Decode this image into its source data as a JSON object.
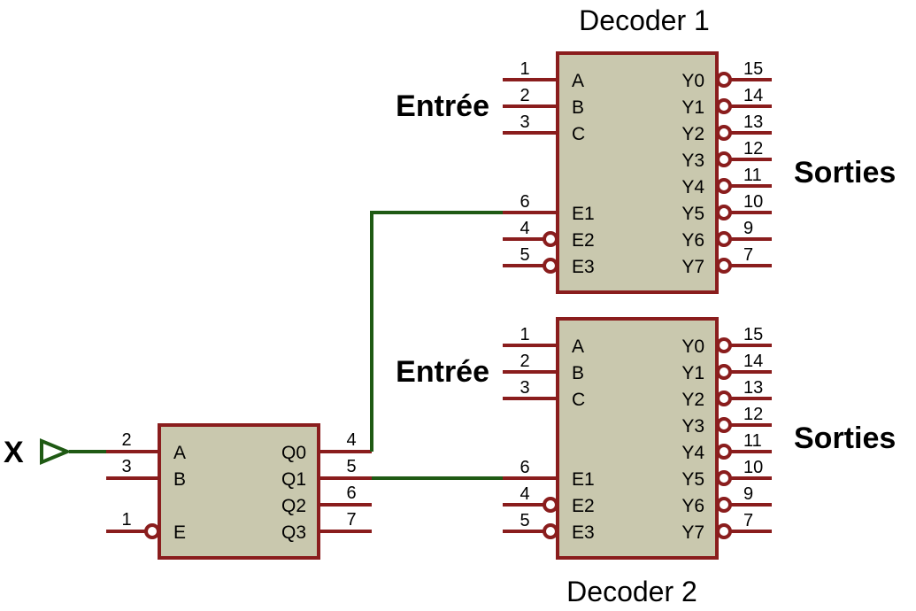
{
  "colors": {
    "body_fill": "#c9c8ae",
    "body_stroke": "#8a1d1d",
    "pin": "#8a1d1d",
    "wire": "#1f5a14",
    "text": "#000000"
  },
  "decoders": [
    {
      "title": "Decoder 1",
      "input_label": "Entrée",
      "output_label": "Sorties",
      "left_pins": [
        {
          "num": "1",
          "name": "A",
          "inverted": false
        },
        {
          "num": "2",
          "name": "B",
          "inverted": false
        },
        {
          "num": "3",
          "name": "C",
          "inverted": false
        },
        {
          "num": "6",
          "name": "E1",
          "inverted": false
        },
        {
          "num": "4",
          "name": "E2",
          "inverted": true
        },
        {
          "num": "5",
          "name": "E3",
          "inverted": true
        }
      ],
      "right_pins": [
        {
          "num": "15",
          "name": "Y0",
          "inverted": true
        },
        {
          "num": "14",
          "name": "Y1",
          "inverted": true
        },
        {
          "num": "13",
          "name": "Y2",
          "inverted": true
        },
        {
          "num": "12",
          "name": "Y3",
          "inverted": true
        },
        {
          "num": "11",
          "name": "Y4",
          "inverted": true
        },
        {
          "num": "10",
          "name": "Y5",
          "inverted": true
        },
        {
          "num": "9",
          "name": "Y6",
          "inverted": true
        },
        {
          "num": "7",
          "name": "Y7",
          "inverted": true
        }
      ]
    },
    {
      "title": "Decoder 2",
      "input_label": "Entrée",
      "output_label": "Sorties",
      "left_pins": [
        {
          "num": "1",
          "name": "A",
          "inverted": false
        },
        {
          "num": "2",
          "name": "B",
          "inverted": false
        },
        {
          "num": "3",
          "name": "C",
          "inverted": false
        },
        {
          "num": "6",
          "name": "E1",
          "inverted": false
        },
        {
          "num": "4",
          "name": "E2",
          "inverted": true
        },
        {
          "num": "5",
          "name": "E3",
          "inverted": true
        }
      ],
      "right_pins": [
        {
          "num": "15",
          "name": "Y0",
          "inverted": true
        },
        {
          "num": "14",
          "name": "Y1",
          "inverted": true
        },
        {
          "num": "13",
          "name": "Y2",
          "inverted": true
        },
        {
          "num": "12",
          "name": "Y3",
          "inverted": true
        },
        {
          "num": "11",
          "name": "Y4",
          "inverted": true
        },
        {
          "num": "10",
          "name": "Y5",
          "inverted": true
        },
        {
          "num": "9",
          "name": "Y6",
          "inverted": true
        },
        {
          "num": "7",
          "name": "Y7",
          "inverted": true
        }
      ]
    }
  ],
  "input_decoder": {
    "terminal_label": "X",
    "left_pins": [
      {
        "num": "2",
        "name": "A",
        "inverted": false
      },
      {
        "num": "3",
        "name": "B",
        "inverted": false
      },
      {
        "num": "1",
        "name": "E",
        "inverted": true
      }
    ],
    "right_pins": [
      {
        "num": "4",
        "name": "Q0"
      },
      {
        "num": "5",
        "name": "Q1"
      },
      {
        "num": "6",
        "name": "Q2"
      },
      {
        "num": "7",
        "name": "Q3"
      }
    ]
  }
}
